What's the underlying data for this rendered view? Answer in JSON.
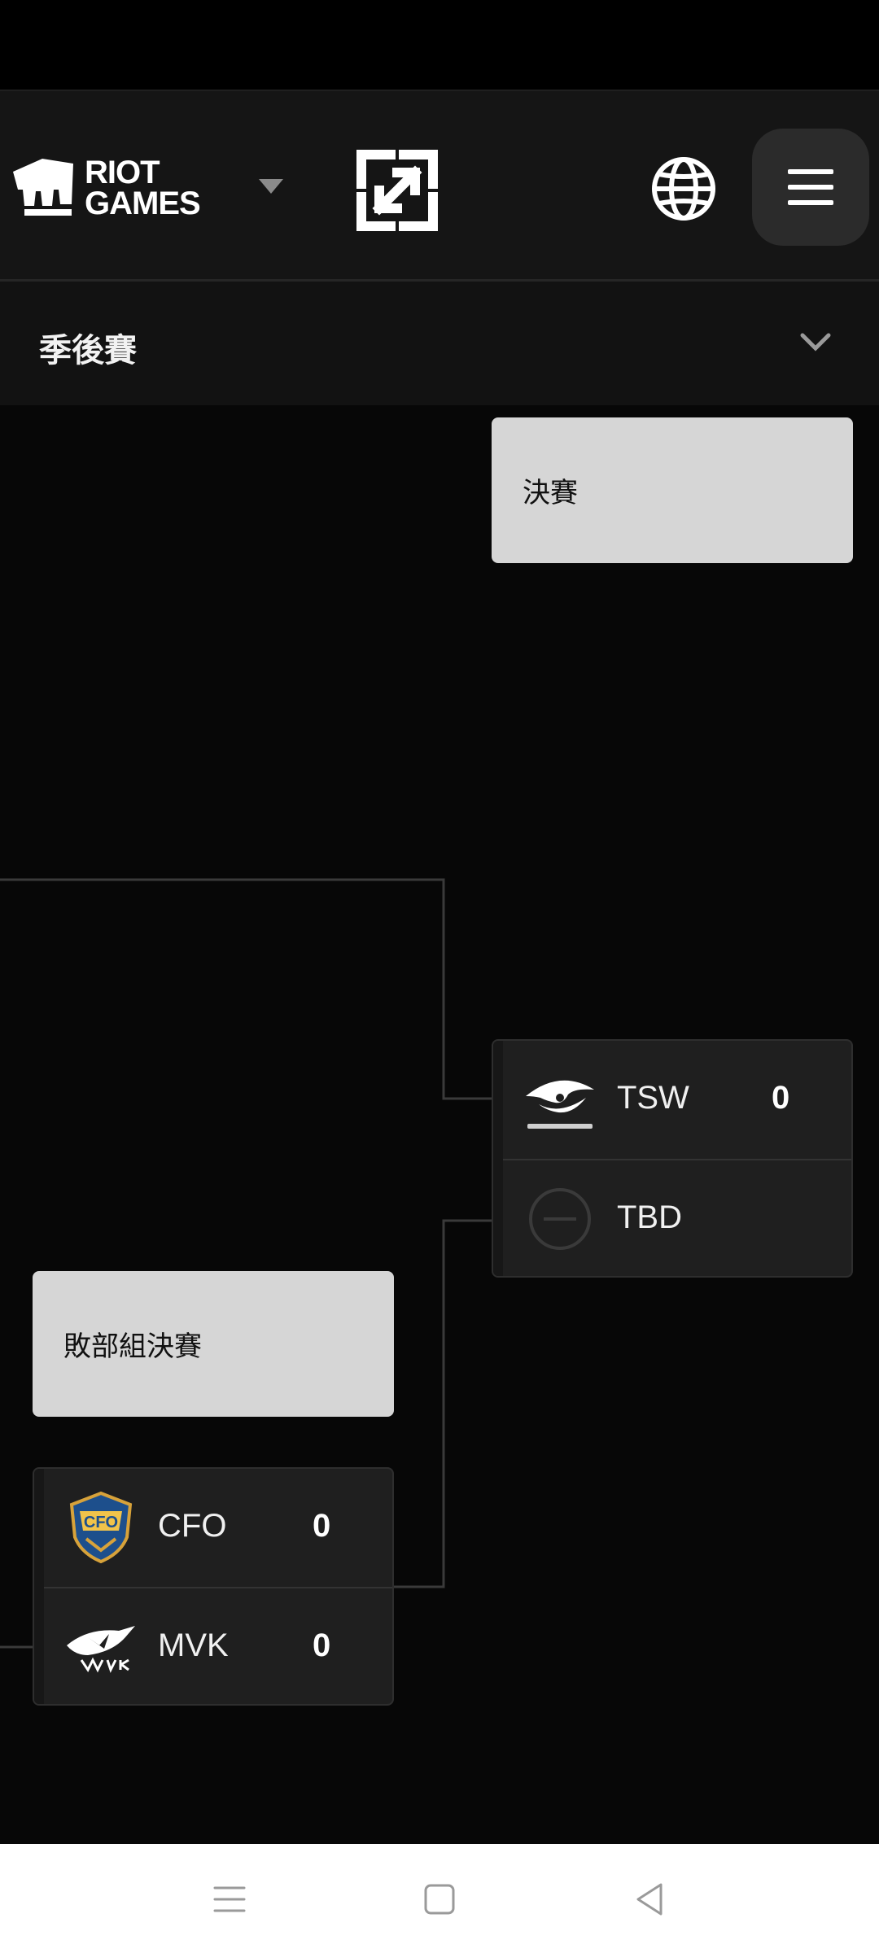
{
  "header": {
    "logo_line1": "RIOT",
    "logo_line2": "GAMES",
    "icons": [
      "riot-fist-icon",
      "caret-down-icon",
      "expand-arrows-icon",
      "globe-icon",
      "hamburger-menu-icon"
    ]
  },
  "section": {
    "title": "季後賽",
    "chevron_icon": "chevron-down-icon"
  },
  "bracket": {
    "final_label": "決賽",
    "lower_final_label": "敗部組決賽",
    "final_match": {
      "team1": {
        "name": "TSW",
        "score": "0",
        "logo": "team-secret-logo"
      },
      "team2": {
        "name": "TBD",
        "score": "",
        "logo": "tbd-placeholder-icon"
      }
    },
    "lower_final_match": {
      "team1": {
        "name": "CFO",
        "score": "0",
        "logo": "cfo-logo"
      },
      "team2": {
        "name": "MVK",
        "score": "0",
        "logo": "mvk-logo"
      }
    }
  },
  "colors": {
    "background": "#070707",
    "header": "#151515",
    "card": "#1f1f1f",
    "label": "#d6d6d6",
    "connector": "#3a3a3a"
  },
  "system_nav": [
    "recents-icon",
    "home-icon",
    "back-icon"
  ]
}
